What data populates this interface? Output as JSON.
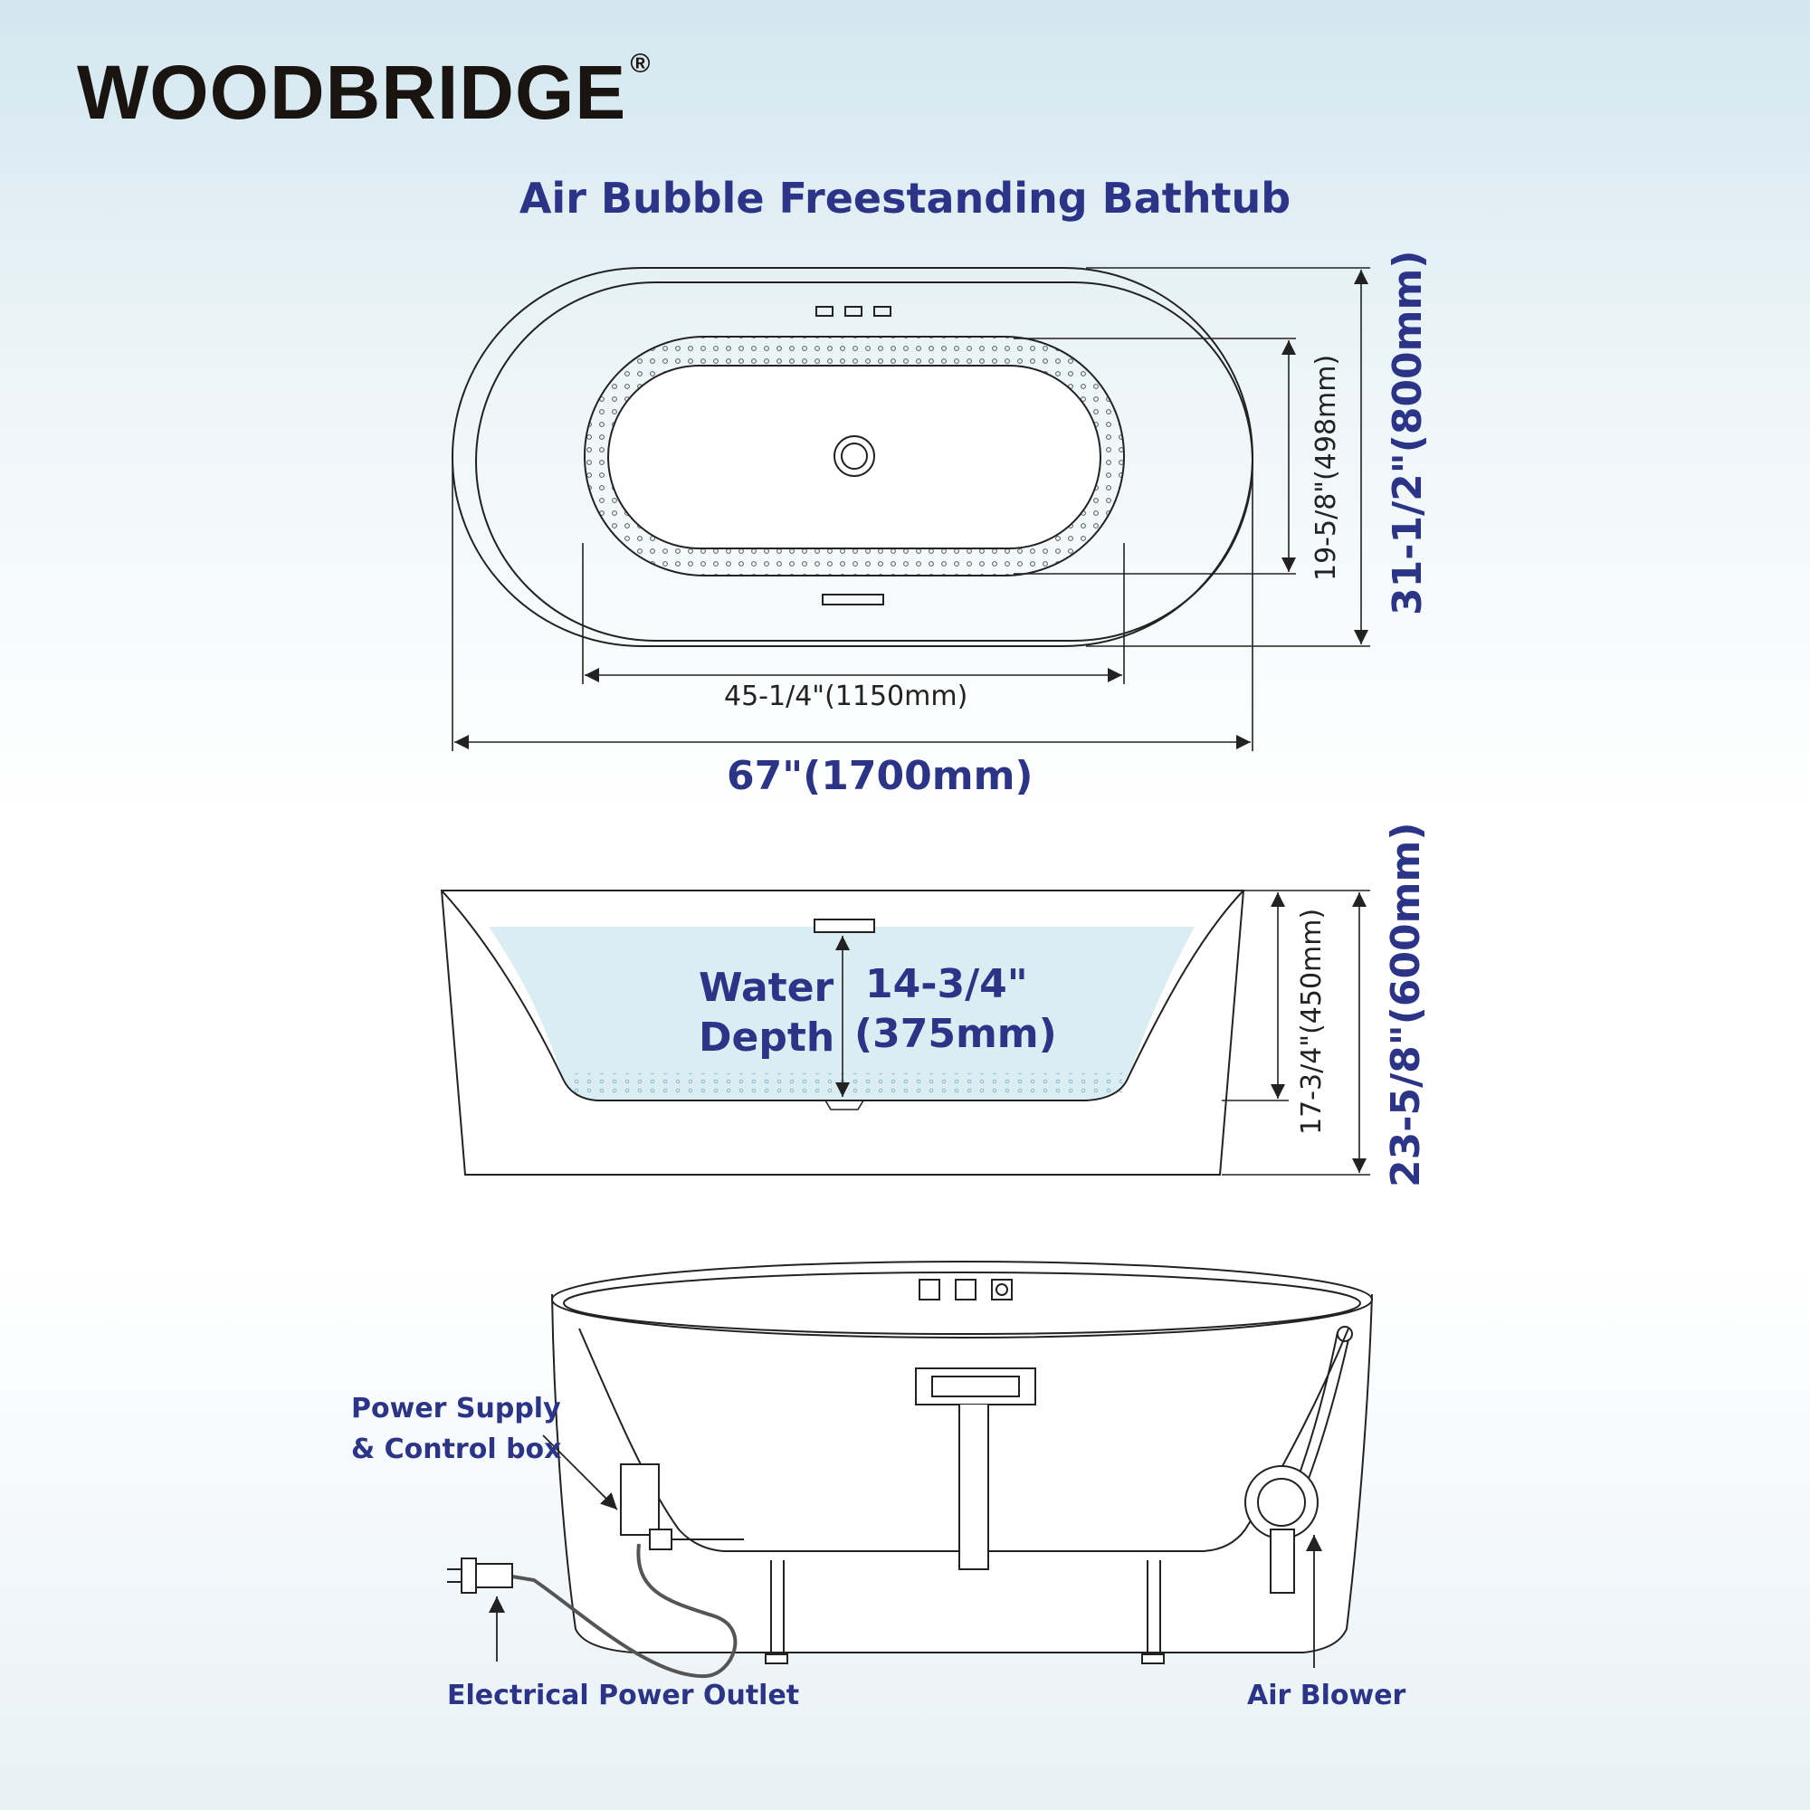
{
  "brand": {
    "name": "WOODBRIDGE",
    "registered": "®"
  },
  "title": "Air Bubble Freestanding Bathtub",
  "top_view": {
    "overall_length": "67\"(1700mm)",
    "inner_length": "45-1/4\"(1150mm)",
    "inner_width": "19-5/8\"(498mm)",
    "overall_width": "31-1/2\"(800mm)"
  },
  "side_view": {
    "water_depth_label_1": "Water",
    "water_depth_label_2": "Depth",
    "water_depth_value_1": "14-3/4\"",
    "water_depth_value_2": "(375mm)",
    "interior_depth": "17-3/4\"(450mm)",
    "overall_height": "23-5/8\"(600mm)"
  },
  "perspective_view": {
    "power_supply_line1": "Power Supply",
    "power_supply_line2": "& Control box",
    "power_outlet": "Electrical Power Outlet",
    "air_blower": "Air Blower"
  },
  "colors": {
    "accent": "#2b3486",
    "water": "#d9edf3",
    "line": "#222222"
  },
  "icons": [
    "bubble-mode-icon",
    "snowflake-icon",
    "power-icon"
  ]
}
